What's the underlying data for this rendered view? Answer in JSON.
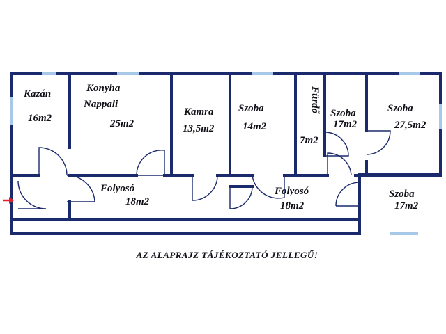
{
  "plan": {
    "rooms": [
      {
        "id": "kazan",
        "name": "Kazán",
        "area": "16m2"
      },
      {
        "id": "konyha",
        "name": "Konyha",
        "name2": "Nappali",
        "area": "25m2"
      },
      {
        "id": "kamra",
        "name": "Kamra",
        "area": "13,5m2"
      },
      {
        "id": "szoba1",
        "name": "Szoba",
        "area": "14m2"
      },
      {
        "id": "furdo",
        "name": "Fürdő",
        "area": "7m2"
      },
      {
        "id": "szoba2",
        "name": "Szoba",
        "area": "17m2"
      },
      {
        "id": "szoba3",
        "name": "Szoba",
        "area": "27,5m2"
      },
      {
        "id": "folyoso1",
        "name": "Folyosó",
        "area": "18m2"
      },
      {
        "id": "folyoso2",
        "name": "Folyosó",
        "area": "18m2"
      },
      {
        "id": "szoba4",
        "name": "Szoba",
        "area": "17m2"
      }
    ],
    "note": "AZ ALAPRAJZ TÁJÉKOZTATÓ JELLEGŰ!",
    "colors": {
      "wall": "#1a2a6c",
      "window": "#a8c8e8",
      "arrow": "#e0202a"
    },
    "icons": {
      "entrance": "entrance-arrow-icon"
    }
  }
}
